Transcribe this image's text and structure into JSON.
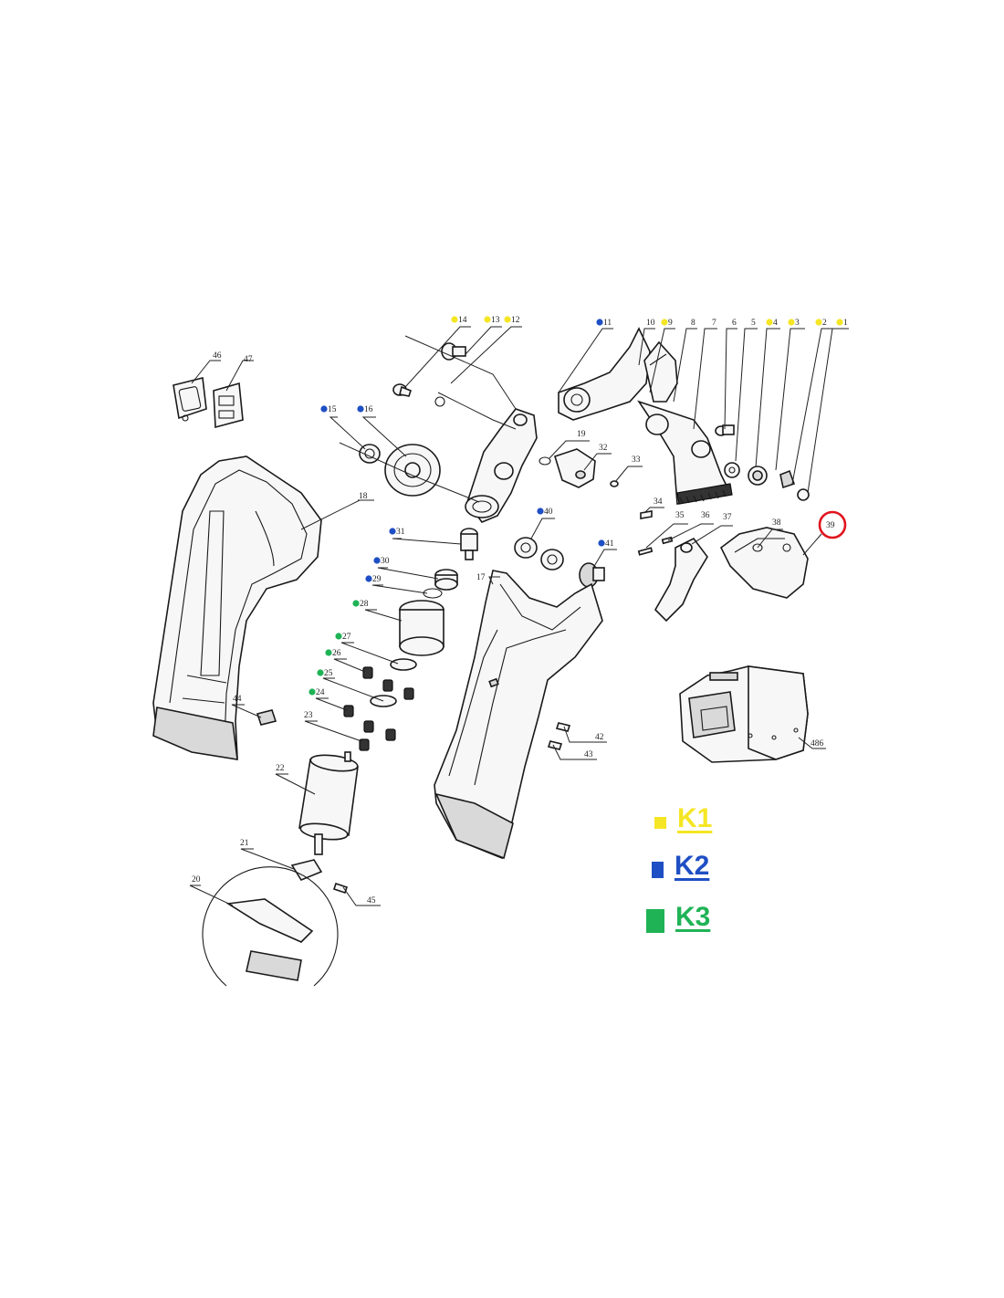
{
  "callouts": [
    {
      "id": "1",
      "label": "1",
      "dot": "yellow"
    },
    {
      "id": "2",
      "label": "2",
      "dot": "yellow"
    },
    {
      "id": "3",
      "label": "3",
      "dot": "yellow"
    },
    {
      "id": "4",
      "label": "4",
      "dot": "yellow"
    },
    {
      "id": "5",
      "label": "5",
      "dot": ""
    },
    {
      "id": "6",
      "label": "6",
      "dot": ""
    },
    {
      "id": "7",
      "label": "7",
      "dot": ""
    },
    {
      "id": "8",
      "label": "8",
      "dot": ""
    },
    {
      "id": "9",
      "label": "9",
      "dot": "yellow"
    },
    {
      "id": "10",
      "label": "10",
      "dot": ""
    },
    {
      "id": "11",
      "label": "11",
      "dot": "blue"
    },
    {
      "id": "12",
      "label": "12",
      "dot": "yellow"
    },
    {
      "id": "13",
      "label": "13",
      "dot": "yellow"
    },
    {
      "id": "14",
      "label": "14",
      "dot": "yellow"
    },
    {
      "id": "15",
      "label": "15",
      "dot": "blue"
    },
    {
      "id": "16",
      "label": "16",
      "dot": "blue"
    },
    {
      "id": "17",
      "label": "17",
      "dot": ""
    },
    {
      "id": "18",
      "label": "18",
      "dot": ""
    },
    {
      "id": "19",
      "label": "19",
      "dot": ""
    },
    {
      "id": "20",
      "label": "20",
      "dot": ""
    },
    {
      "id": "21",
      "label": "21",
      "dot": ""
    },
    {
      "id": "22",
      "label": "22",
      "dot": ""
    },
    {
      "id": "23",
      "label": "23",
      "dot": ""
    },
    {
      "id": "24",
      "label": "24",
      "dot": "green"
    },
    {
      "id": "25",
      "label": "25",
      "dot": "green"
    },
    {
      "id": "26",
      "label": "26",
      "dot": "green"
    },
    {
      "id": "27",
      "label": "27",
      "dot": "green"
    },
    {
      "id": "28",
      "label": "28",
      "dot": "green"
    },
    {
      "id": "29",
      "label": "29",
      "dot": "blue"
    },
    {
      "id": "30",
      "label": "30",
      "dot": "blue"
    },
    {
      "id": "31",
      "label": "31",
      "dot": "blue"
    },
    {
      "id": "32",
      "label": "32",
      "dot": ""
    },
    {
      "id": "33",
      "label": "33",
      "dot": ""
    },
    {
      "id": "34",
      "label": "34",
      "dot": ""
    },
    {
      "id": "35",
      "label": "35",
      "dot": ""
    },
    {
      "id": "36",
      "label": "36",
      "dot": ""
    },
    {
      "id": "37",
      "label": "37",
      "dot": ""
    },
    {
      "id": "38",
      "label": "38",
      "dot": ""
    },
    {
      "id": "39",
      "label": "39",
      "dot": "",
      "highlighted": true
    },
    {
      "id": "40",
      "label": "40",
      "dot": "blue"
    },
    {
      "id": "41",
      "label": "41",
      "dot": "blue"
    },
    {
      "id": "42",
      "label": "42",
      "dot": ""
    },
    {
      "id": "43",
      "label": "43",
      "dot": ""
    },
    {
      "id": "44",
      "label": "44",
      "dot": ""
    },
    {
      "id": "45",
      "label": "45",
      "dot": ""
    },
    {
      "id": "46",
      "label": "46",
      "dot": ""
    },
    {
      "id": "47",
      "label": "47",
      "dot": ""
    },
    {
      "id": "486",
      "label": "486",
      "dot": ""
    }
  ],
  "legend": [
    {
      "key": "K1",
      "label": "K1",
      "color": "#f5e625"
    },
    {
      "key": "K2",
      "label": "K2",
      "color": "#1f4fc4"
    },
    {
      "key": "K3",
      "label": "K3",
      "color": "#1fb356"
    }
  ],
  "colors": {
    "yellow": "#f5e625",
    "blue": "#1f4fc4",
    "green": "#1fb356",
    "highlight": "#e0141e"
  }
}
